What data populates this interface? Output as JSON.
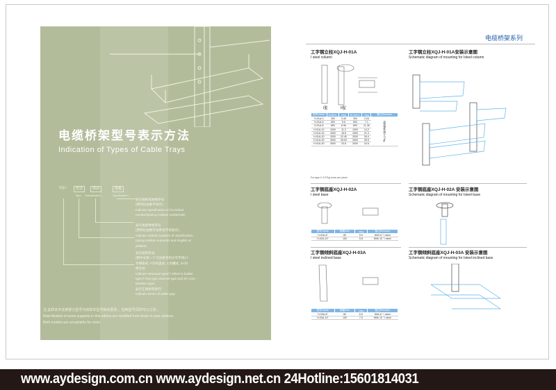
{
  "left": {
    "title_cn": "电缆桥架型号表示方法",
    "title_en": "Indication of Types of Cable Trays",
    "code": {
      "prefix": "XQJ",
      "type_cn": "形式",
      "type_en": "Type",
      "class_cn": "类别",
      "class_en": "Classification",
      "spec_cn": "规格",
      "spec_en": "Specification"
    },
    "desc": [
      [
        "表示规格或规格序号",
        "(用阿拉伯数字表示)",
        "Indicate specification or its ordinal",
        "numbers(using Arabian numberals)"
      ],
      [
        "表示类别种类序号",
        "(用阿拉伯数字加英语字母表示)",
        "Indicate ordinal numbers of classification",
        "(using Arabian numerals and English al",
        "phabet)"
      ],
      [
        "表示结构形式",
        "(用中文第一个汉语拼音的大写字母):T",
        "为梯级式, P为托盘式, C为槽式, ZH为",
        "组合式",
        "Indicate structural type(T refers to ladder",
        "type,P tray type,channel type and ZH com -",
        "bination type)",
        "表示汇线桥架系列",
        "Indicate series of cable tyay"
      ]
    ],
    "note": [
      "注:此样本中支架部分型号与旧样本型号稍有更改 ，但两型号同样可以订货 。",
      "Note:Models of some supports in this edition are modified from those in past editions.",
      "Both models are acceptable for order."
    ]
  },
  "right": {
    "header": "电缆桥架系列",
    "s1": {
      "cn": "工字钢立柱XQJ-H-01A",
      "en": "I steel column",
      "label1": "I型",
      "label2": "II型",
      "cols": [
        "型号 Mode",
        "B=80×L",
        "wkg",
        "B=100×L",
        "wkg",
        "备注Remarks"
      ],
      "rows": [
        [
          "H-01A-3",
          "300",
          "3.45",
          "300",
          "4.26"
        ],
        [
          "H-01A-5",
          "500",
          "5.6",
          "500",
          "7.1"
        ],
        [
          "H-01A-8",
          "800",
          "8.96",
          "800",
          "11.36"
        ],
        [
          "H-01A-10",
          "1000",
          "11.2",
          "1000",
          "14.2"
        ],
        [
          "H-01A-15",
          "1500",
          "16.8",
          "1500",
          "21.3"
        ],
        [
          "H-01A-20",
          "2000",
          "22.40",
          "2000",
          "28.4"
        ],
        [
          "H-01A-25",
          "2500",
          "28.00",
          "2500",
          "35.5"
        ],
        [
          "H-01A-30",
          "3000",
          "33.6",
          "3000",
          "42.6"
        ]
      ],
      "remark": "II型每件加3.07kg",
      "foot": "For type II 3.07kg more per piece"
    },
    "s2": {
      "cn": "工字钢立柱XQJ-H-01A安装示意图",
      "en": "Schematic diagram of mounting for Isteel column"
    },
    "s3": {
      "cn": "工字钢底座XQJ-H-02A",
      "en": "I steel base",
      "cols": [
        "型号 Mode",
        "规格Size",
        "wkg",
        "备注Remarks"
      ],
      "rows": [
        [
          "H-02A-8\"",
          "80",
          "5.5",
          "With 8 \" I steel"
        ],
        [
          "H-02A-10\"",
          "100",
          "5.8",
          "With 10 \" I steel"
        ]
      ]
    },
    "s4": {
      "cn": "工字钢底座XQJ-H-02A 安装示意图",
      "en": "Schematic diagram of mounting for Isteel base"
    },
    "s5": {
      "cn": "工字钢倾斜底座XQJ-H-03A",
      "en": "I steel inclined base",
      "cols": [
        "型号 Mode",
        "规格Size",
        "wkg",
        "备注Remarks"
      ],
      "rows": [
        [
          "H-03A-8\"",
          "80",
          "6.6",
          "With 8 \" I steel"
        ],
        [
          "H-03A-10\"",
          "100",
          "7.5",
          "With 10 \" I steel"
        ]
      ]
    },
    "s6": {
      "cn": "工字钢倾斜底座XQJ-H-03A 安装示意图",
      "en": "Schematic diagram of mounting for Isteel inclined base"
    }
  },
  "footer": "www.aydesign.com.cn www.aydesign.net.cn 24Hotline:15601814031",
  "colors": {
    "panel": "#b3bc9a",
    "accent": "#1f5fa8",
    "table_header": "#7fb5e4",
    "band": "#231815"
  }
}
